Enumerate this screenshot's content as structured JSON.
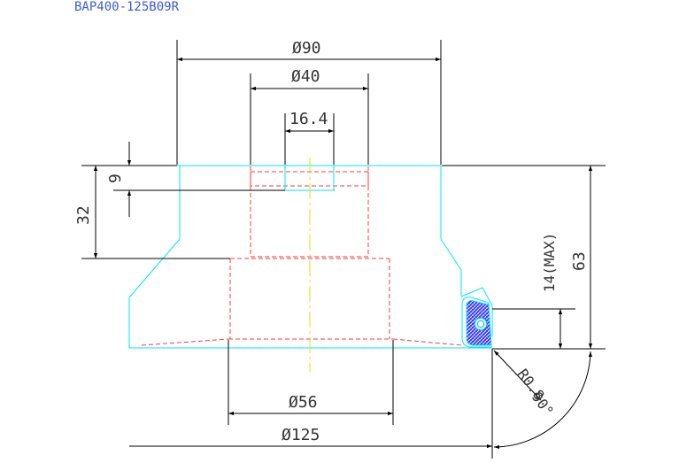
{
  "drawing": {
    "part_number": "BAP400-125B09R",
    "dimensions": {
      "dia_90": "Ø90",
      "dia_40": "Ø40",
      "width_16_4": "16.4",
      "depth_9": "9",
      "height_32": "32",
      "height_63": "63",
      "insert_14_max": "14(MAX)",
      "dia_56": "Ø56",
      "dia_125": "Ø125",
      "radius_r0_8": "R0.8",
      "angle_90": "90°"
    },
    "colors": {
      "outline": "#00e5ff",
      "hidden": "#ff3b3b",
      "center": "#e6e600",
      "dimension": "#000000",
      "insert": "#3a3aff",
      "title": "#3b5bdb"
    }
  }
}
